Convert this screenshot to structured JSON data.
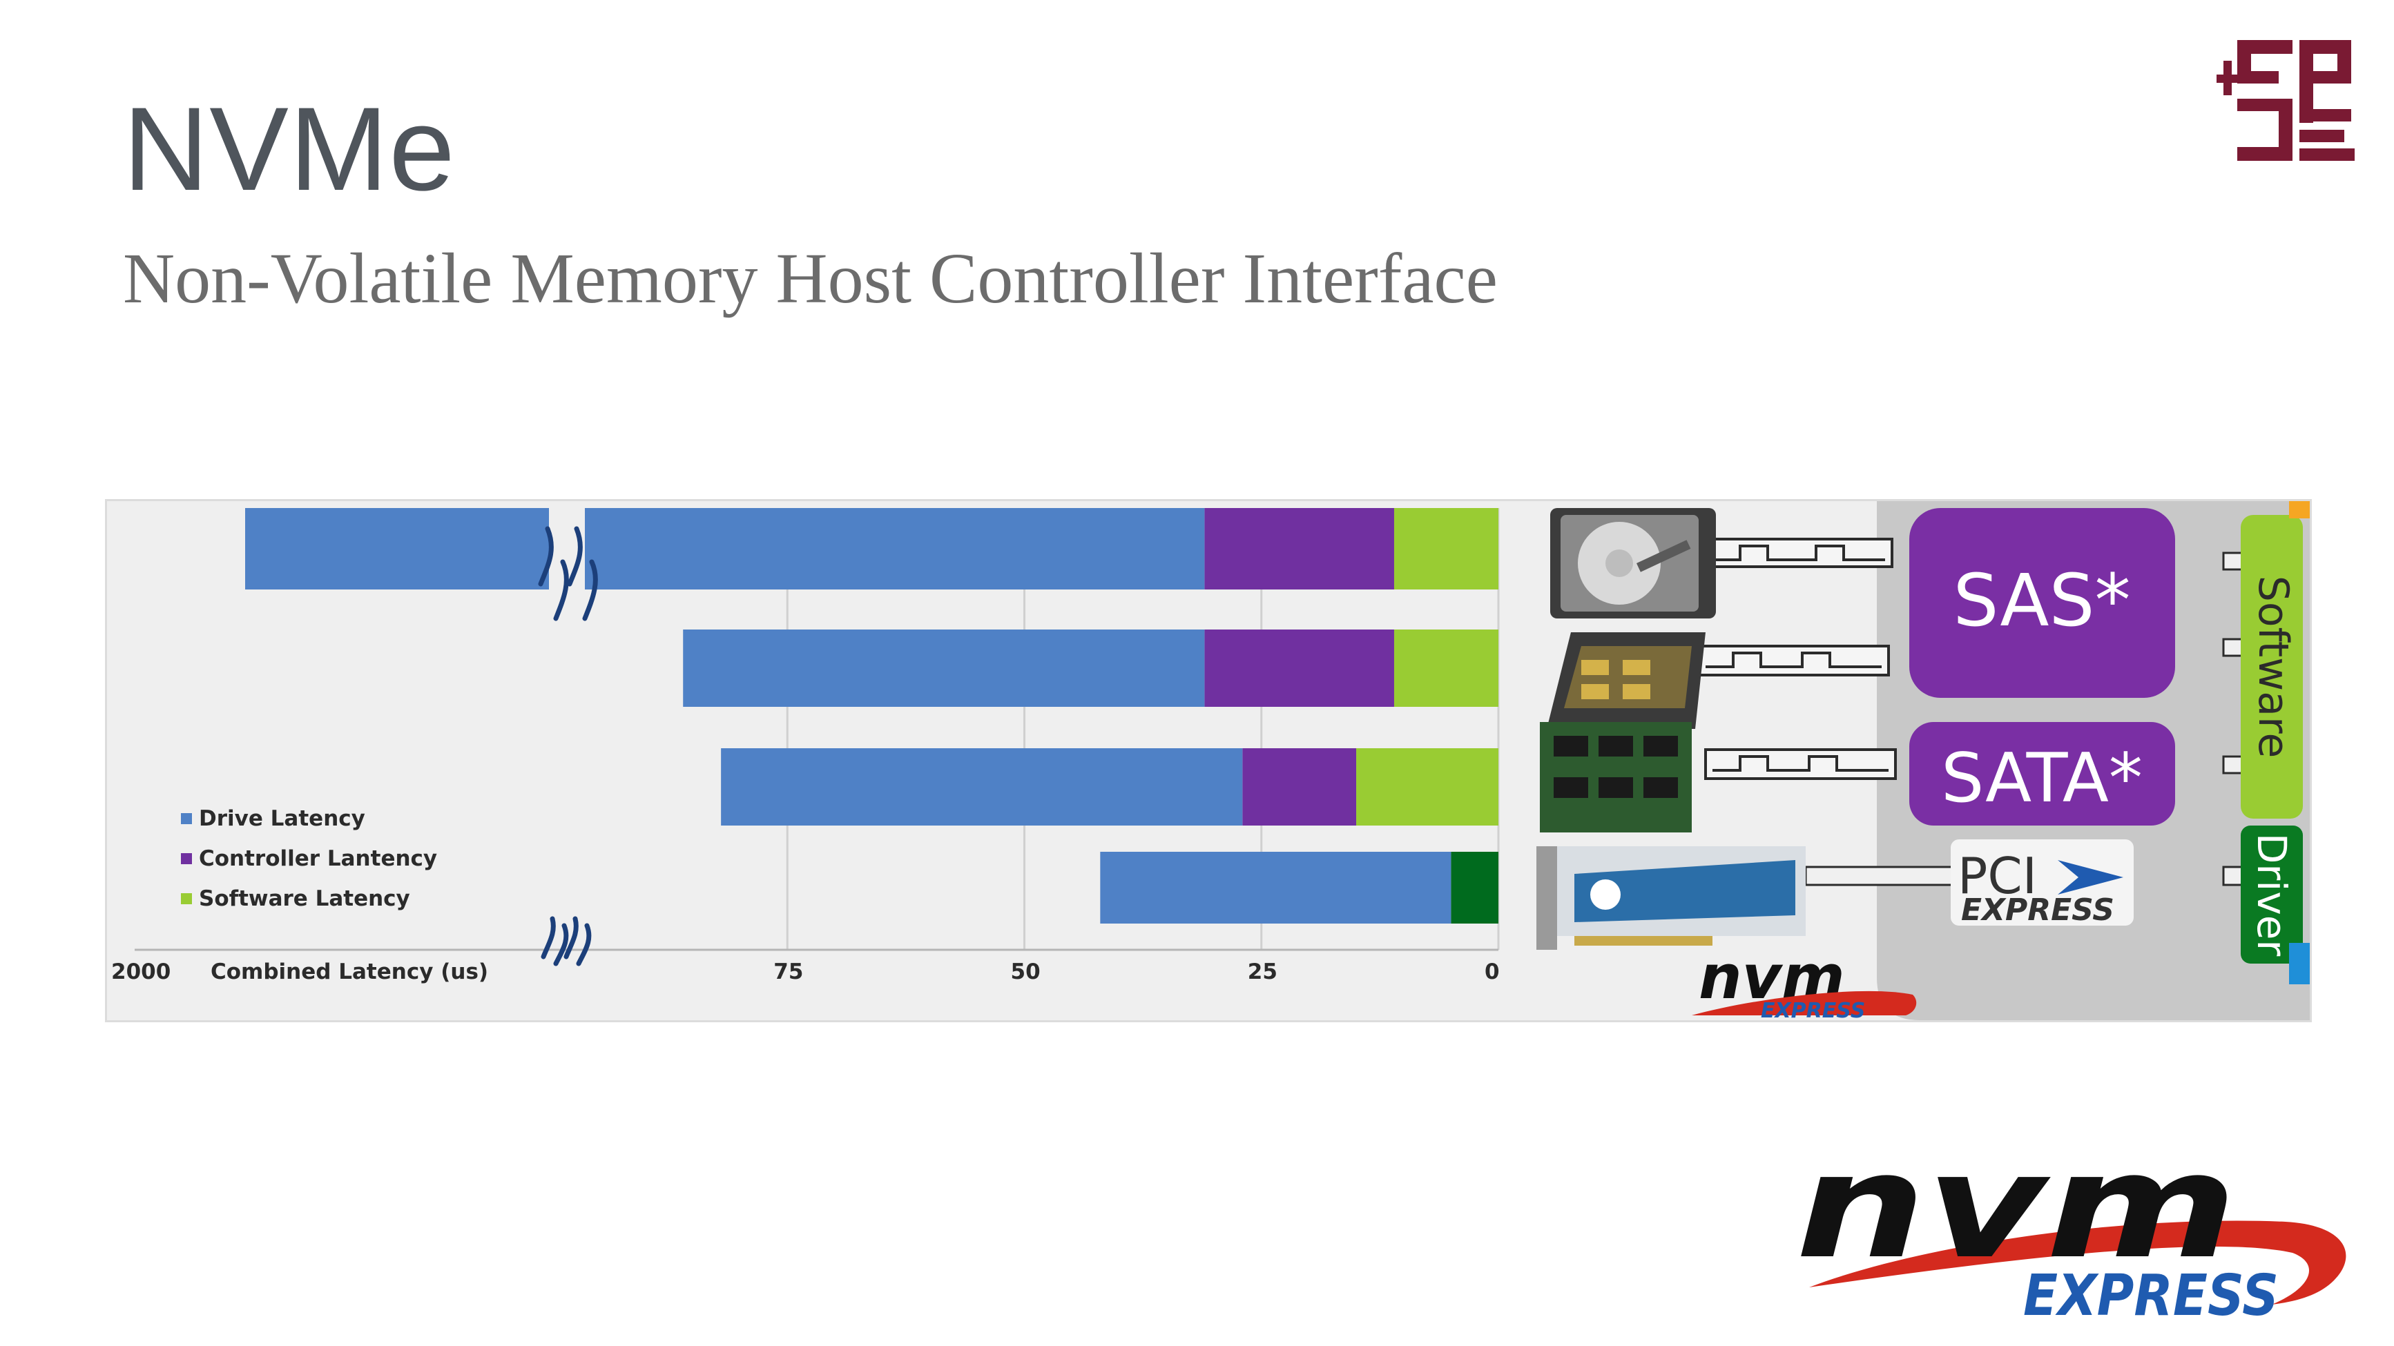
{
  "slide": {
    "title": "NVMe",
    "subtitle": "Non-Volatile Memory Host Controller Interface"
  },
  "logos": {
    "org_logo": "spse-logo",
    "nvm_express": {
      "top": "nvm",
      "bottom": "EXPRESS"
    }
  },
  "colors": {
    "drive": "#4f81c6",
    "controller": "#7030a0",
    "software": "#99cc33",
    "driver": "#006b1e",
    "brand_maroon": "#7a1a33",
    "nvm_blue": "#1f5bb0",
    "nvm_red": "#d42a1e"
  },
  "chart_data": {
    "type": "bar",
    "orientation": "horizontal",
    "x_reversed": true,
    "axis_break": true,
    "xlabel": "Combined Latency (us)",
    "x_ticks": [
      "2000",
      "75",
      "50",
      "25",
      "0"
    ],
    "legend": [
      "Drive Latency",
      "Controller Lantency",
      "Software Latency"
    ],
    "legend_position": "bottom-left",
    "grid": true,
    "series": [
      {
        "name": "Drive Latency",
        "values": [
          2000,
          55,
          55,
          37
        ]
      },
      {
        "name": "Controller Lantency",
        "values": [
          20,
          20,
          12,
          0
        ]
      },
      {
        "name": "Software Latency",
        "values": [
          11,
          11,
          15,
          5
        ]
      }
    ],
    "row_labels_hardware": [
      "HDD",
      "SAS SSD",
      "SATA SSD",
      "NVMe PCIe SSD"
    ],
    "interfaces": {
      "sas": "SAS*",
      "sata": "SATA*",
      "pci": "PCI",
      "pci_sub": "EXPRESS",
      "software": "Software",
      "driver": "Driver"
    }
  }
}
